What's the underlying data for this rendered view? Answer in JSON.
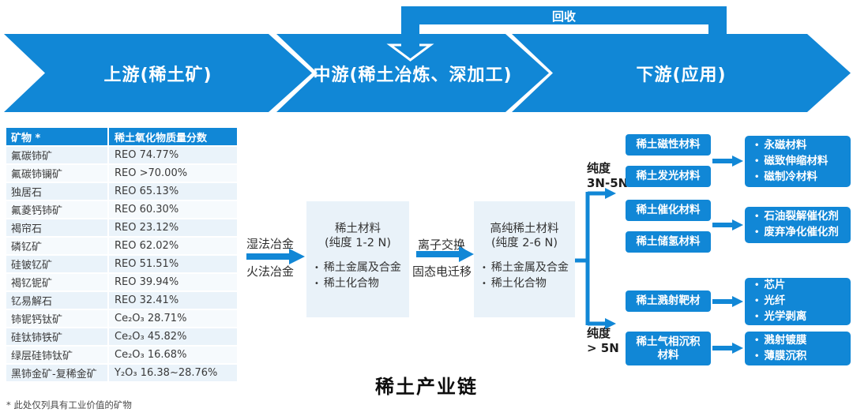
{
  "title": "稀土产业链",
  "footnote": "* 此处仅列具有工业价值的矿物",
  "ui": {
    "bullet": "•"
  },
  "colors": {
    "primary": "#1187d6",
    "light_box": "#e9f2f9",
    "row_odd": "#eaf3fa",
    "row_even": "#f6fafd"
  },
  "recycle": {
    "label": "回收"
  },
  "stages": [
    {
      "label": "上游(稀土矿)"
    },
    {
      "label": "中游(稀土冶炼、深加工)"
    },
    {
      "label": "下游(应用)"
    }
  ],
  "table": {
    "headers": [
      "矿物 *",
      "稀土氧化物质量分数"
    ],
    "rows": [
      {
        "mineral": "氟碳铈矿",
        "value": "REO 74.77%"
      },
      {
        "mineral": "氟碳铈镧矿",
        "value": "REO >70.00%"
      },
      {
        "mineral": "独居石",
        "value": "REO 65.13%"
      },
      {
        "mineral": "氟菱钙铈矿",
        "value": "REO 60.30%"
      },
      {
        "mineral": "褐帘石",
        "value": "REO 23.12%"
      },
      {
        "mineral": "磷钇矿",
        "value": "REO 62.02%"
      },
      {
        "mineral": "硅铍钇矿",
        "value": "REO 51.51%"
      },
      {
        "mineral": "褐钇铌矿",
        "value": "REO 39.94%"
      },
      {
        "mineral": "钇易解石",
        "value": "REO 32.41%"
      },
      {
        "mineral": "铈铌钙钛矿",
        "value": "Ce₂O₃ 28.71%"
      },
      {
        "mineral": "硅钛铈铁矿",
        "value": "Ce₂O₃ 45.82%"
      },
      {
        "mineral": "绿层硅铈钛矿",
        "value": "Ce₂O₃ 16.68%"
      },
      {
        "mineral": "黑铈金矿-复稀金矿",
        "value": "Y₂O₃ 16.38~28.76%"
      }
    ]
  },
  "process": {
    "step1": {
      "top": "湿法冶金",
      "bottom": "火法冶金"
    },
    "box1": {
      "title": "稀土材料",
      "subtitle": "(纯度 1-2 N)",
      "items": [
        "稀土金属及合金",
        "稀土化合物"
      ]
    },
    "step2": {
      "top": "离子交换",
      "bottom": "固态电迁移"
    },
    "box2": {
      "title": "高纯稀土材料",
      "subtitle": "(纯度 2-6 N)",
      "items": [
        "稀土金属及合金",
        "稀土化合物"
      ]
    }
  },
  "purity": [
    {
      "line1": "纯度",
      "line2": "3N-5N"
    },
    {
      "line1": "纯度",
      "line2": "> 5N"
    }
  ],
  "materials": [
    {
      "label": "稀土磁性材料"
    },
    {
      "label": "稀土发光材料"
    },
    {
      "label": "稀土催化材料"
    },
    {
      "label": "稀土储氢材料"
    },
    {
      "label": "稀土溅射靶材"
    },
    {
      "label": "稀土气相沉积",
      "label2": "材料"
    }
  ],
  "applications": [
    {
      "items": [
        "永磁材料",
        "磁致伸缩材料",
        "磁制冷材料"
      ]
    },
    {
      "items": [
        "石油裂解催化剂",
        "废弃净化催化剂"
      ]
    },
    {
      "items": [
        "芯片",
        "光纤",
        "光学剥离"
      ]
    },
    {
      "items": [
        "溅射镀膜",
        "薄膜沉积"
      ]
    }
  ]
}
